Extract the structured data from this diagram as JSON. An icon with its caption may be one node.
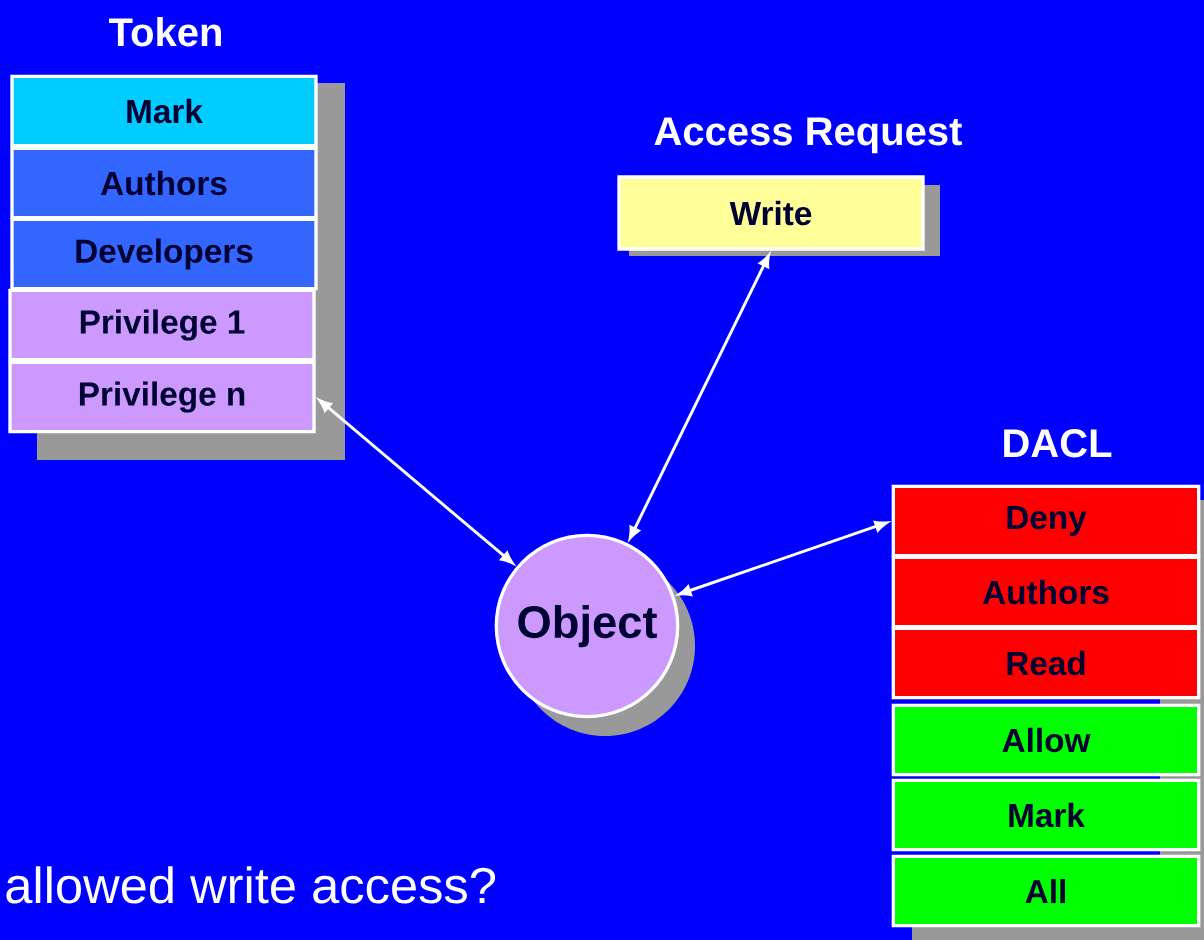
{
  "diagram": {
    "nodes": [
      {
        "text": [
          "Mark"
        ]
      },
      {
        "text": [
          "Authors"
        ]
      },
      {
        "text": [
          "Developers"
        ]
      },
      {
        "text": [
          "Privilege 1"
        ]
      },
      {
        "text": [
          "Privilege n"
        ]
      },
      {
        "text": [
          "Write"
        ]
      },
      {
        "text": [
          "Object"
        ]
      },
      {
        "text": [
          "Deny"
        ]
      },
      {
        "text": [
          "Authors"
        ]
      },
      {
        "text": [
          "Read"
        ]
      },
      {
        "text": [
          "Allow"
        ]
      },
      {
        "text": [
          "Mark"
        ]
      },
      {
        "text": [
          "All"
        ]
      }
    ],
    "edges": [
      {
        "from": 4,
        "to": 6,
        "arrow": "both"
      },
      {
        "from": 5,
        "to": 6,
        "arrow": "both"
      },
      {
        "from": 6,
        "to": 7,
        "arrow": "both"
      }
    ],
    "labels": [
      "Token",
      "Access Request",
      "DACL",
      "allowed write access?"
    ]
  }
}
